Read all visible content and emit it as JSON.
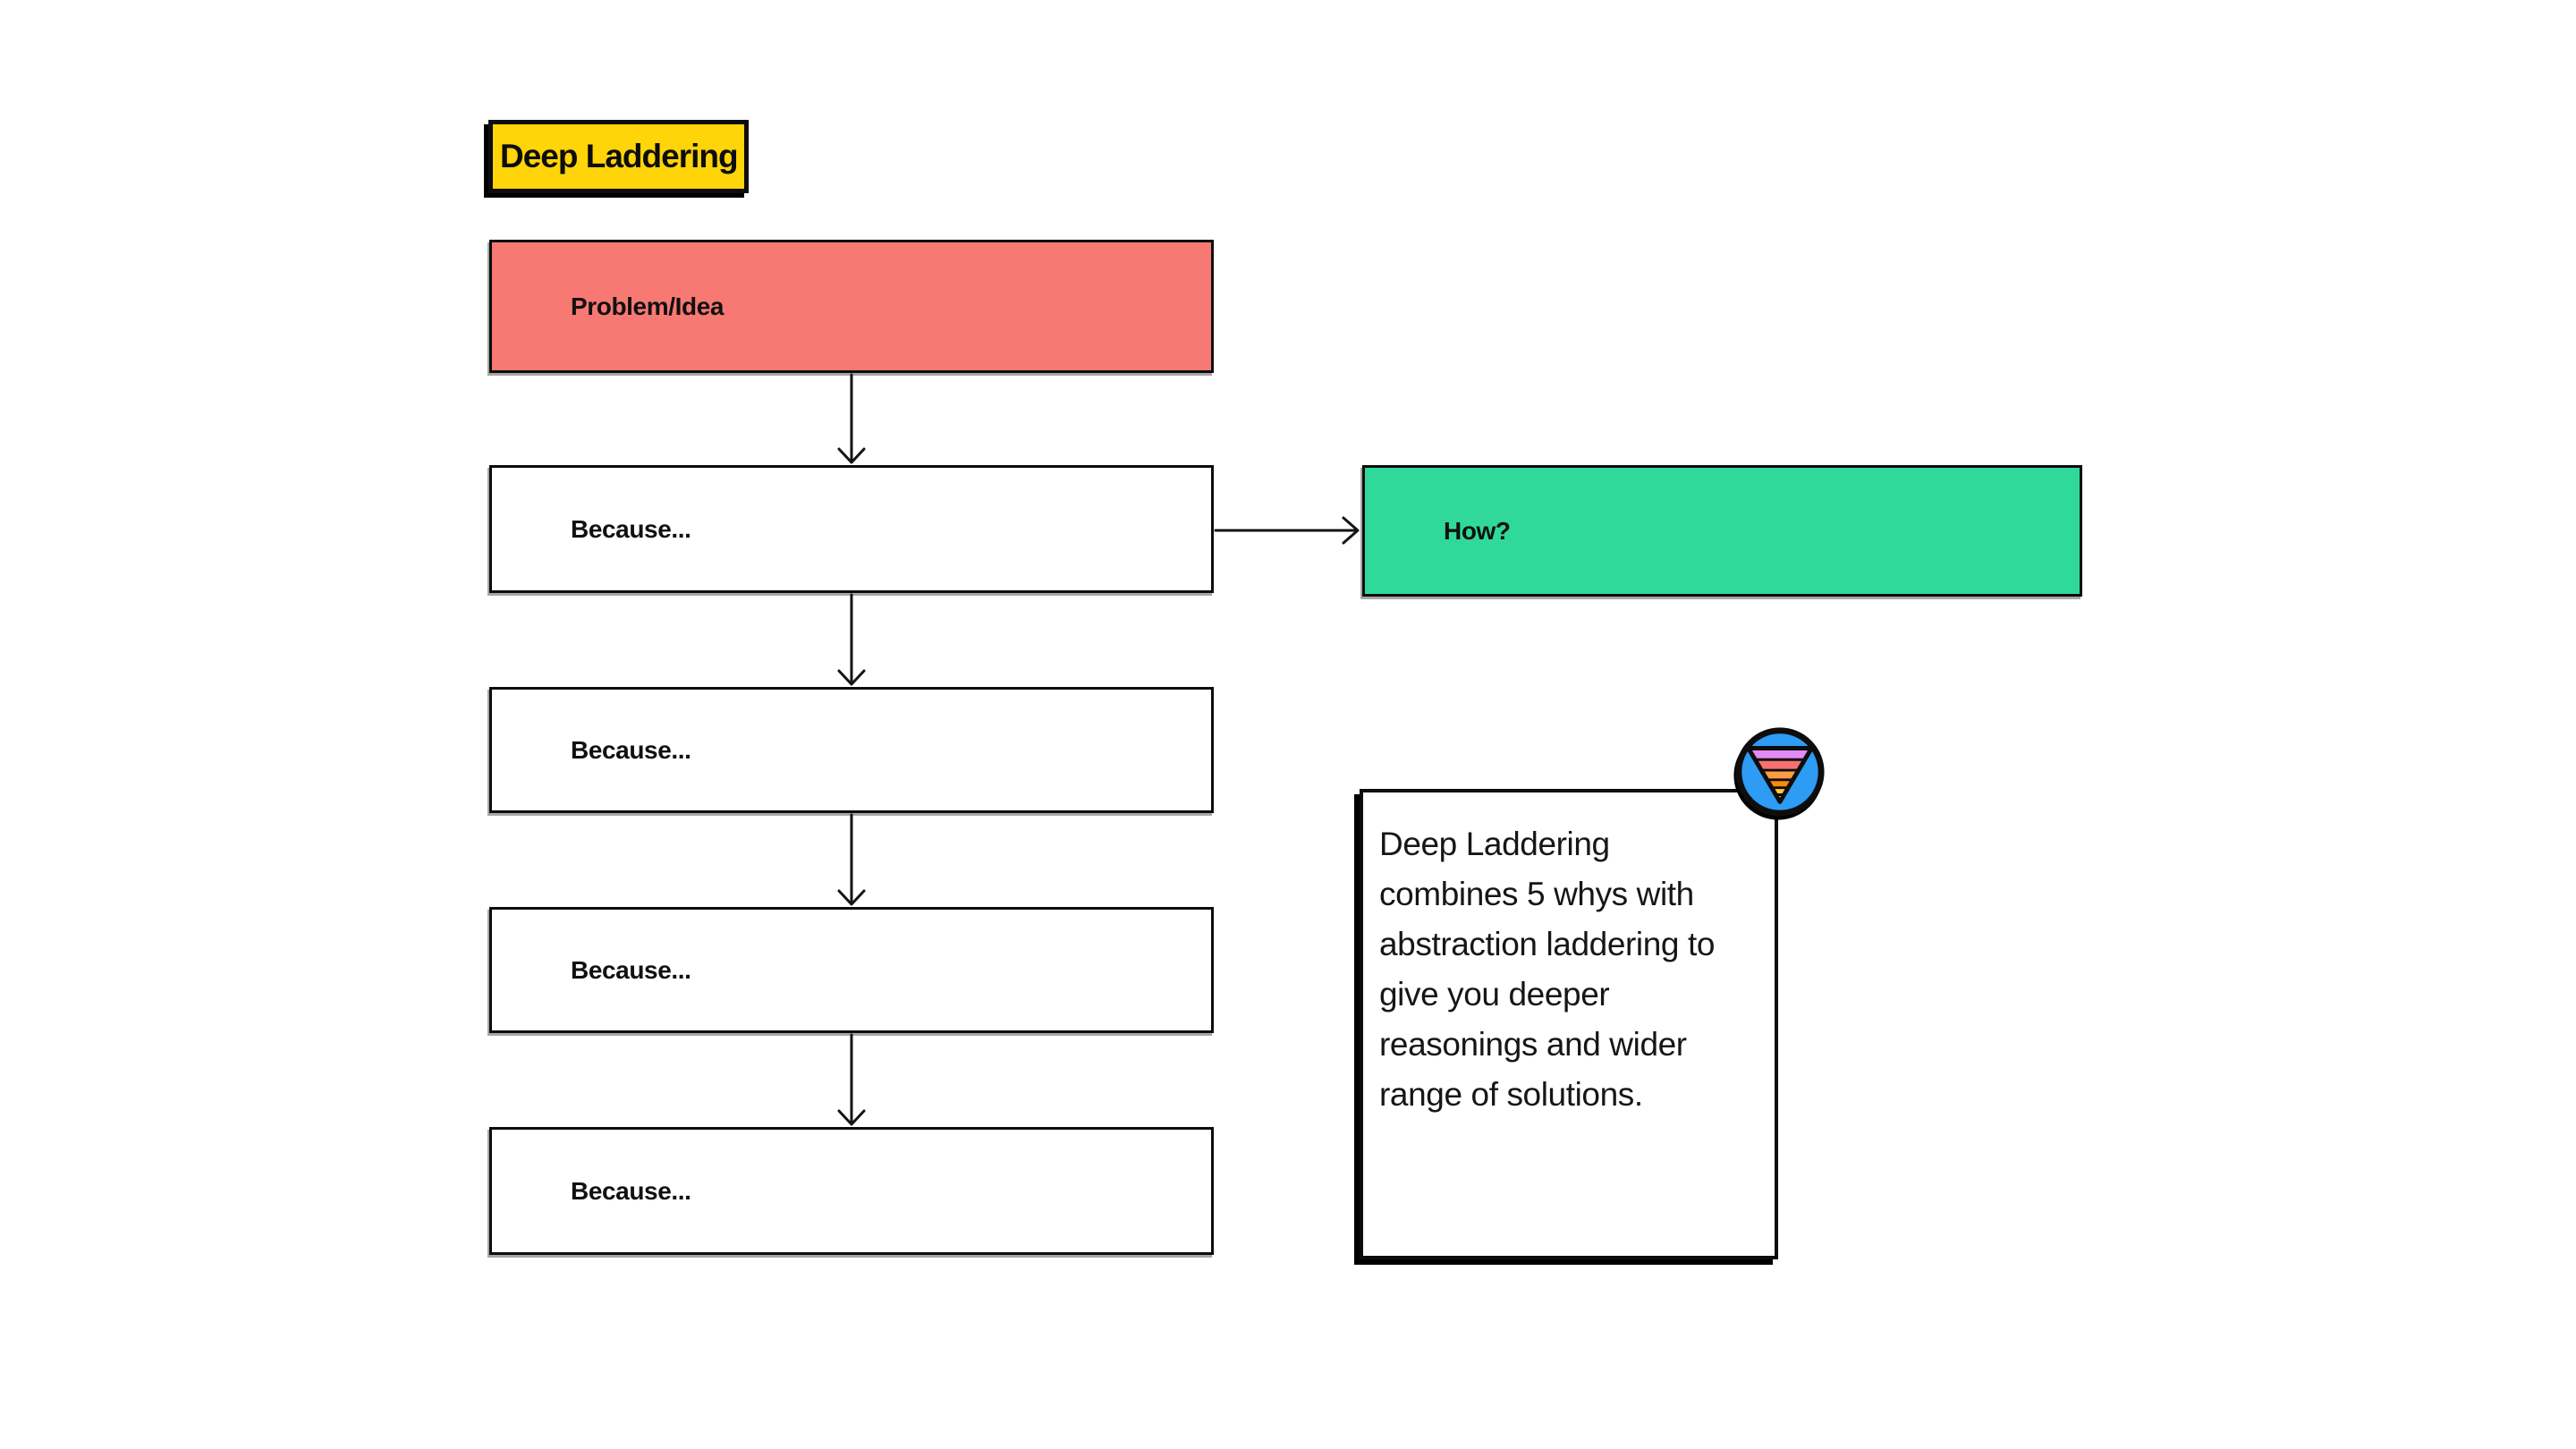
{
  "board": {
    "background": "#FFFFFF"
  },
  "title_card": {
    "label": "Deep Laddering",
    "bg": "#FFD408"
  },
  "flow": {
    "nodes": [
      {
        "label": "Problem/Idea",
        "bg": "#F87973"
      },
      {
        "label": "Because...",
        "bg": "#FFFFFF"
      },
      {
        "label": "Because...",
        "bg": "#FFFFFF"
      },
      {
        "label": "Because...",
        "bg": "#FFFFFF"
      },
      {
        "label": "Because...",
        "bg": "#FFFFFF"
      },
      {
        "label": "How?",
        "bg": "#30D99A"
      }
    ]
  },
  "connectors": {
    "color": "#141414"
  },
  "note": {
    "bg": "#FFFFFF",
    "text": "Deep Laddering\ncombines 5 whys with\nabstraction laddering to\ngive you deeper\nreasonings and wider\nrange of solutions."
  },
  "funnel_icon": {
    "name": "inverted-pyramid-funnel",
    "circle_color": "#2E9BF5",
    "stripe_colors": [
      "#E18BF5",
      "#F87171",
      "#FB9D43",
      "#F98A0B",
      "#FFC93E"
    ],
    "tip_color": "#FFFFFF",
    "outline_color": "#0d0d0d"
  }
}
